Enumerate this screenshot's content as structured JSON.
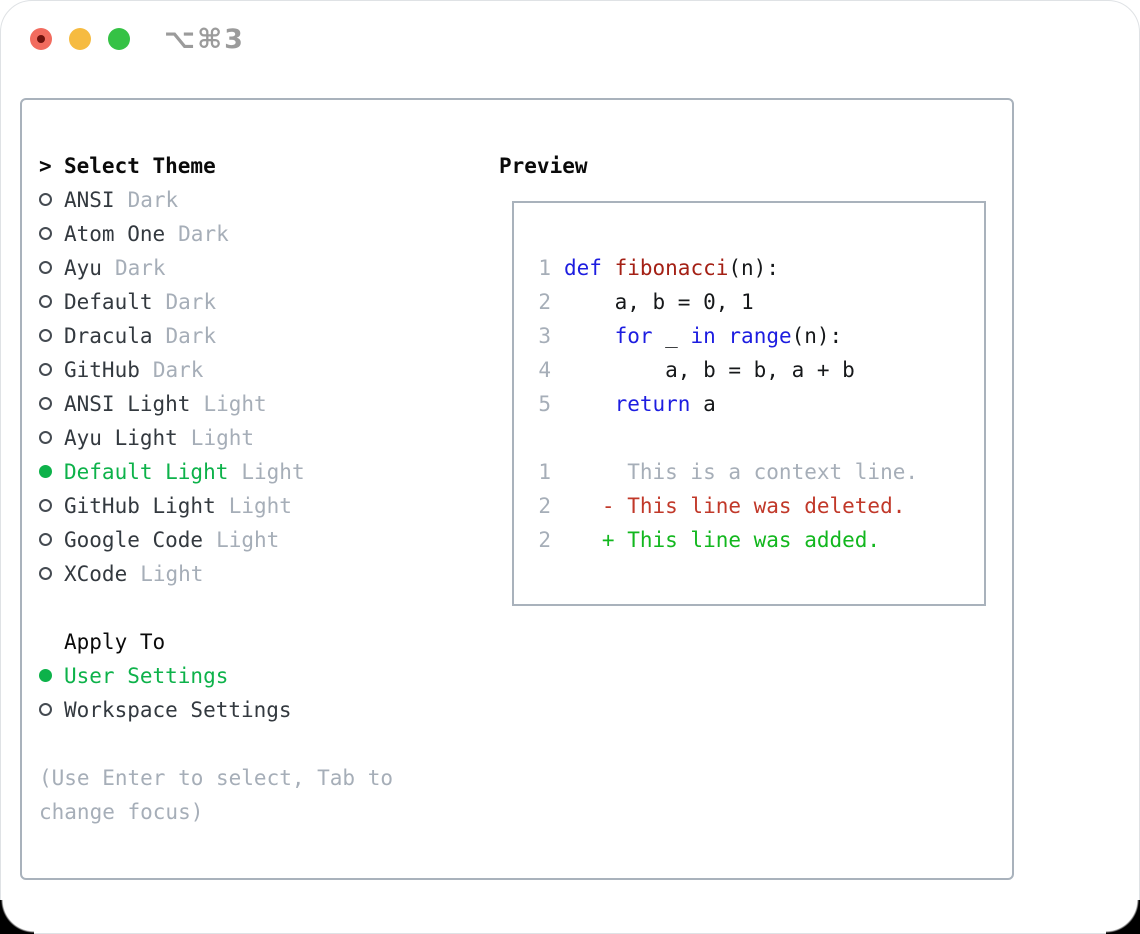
{
  "titlebar": {
    "title": "⌥⌘3",
    "buttons": [
      {
        "icon": "close-traffic-light-icon"
      },
      {
        "icon": "minimize-traffic-light-icon"
      },
      {
        "icon": "zoom-traffic-light-icon"
      }
    ]
  },
  "theme_panel": {
    "header_prefix": ">",
    "header": "Select Theme",
    "items": [
      {
        "name": "ANSI",
        "variant": "Dark",
        "selected": false
      },
      {
        "name": "Atom One",
        "variant": "Dark",
        "selected": false
      },
      {
        "name": "Ayu",
        "variant": "Dark",
        "selected": false
      },
      {
        "name": "Default",
        "variant": "Dark",
        "selected": false
      },
      {
        "name": "Dracula",
        "variant": "Dark",
        "selected": false
      },
      {
        "name": "GitHub",
        "variant": "Dark",
        "selected": false
      },
      {
        "name": "ANSI Light",
        "variant": "Light",
        "selected": false
      },
      {
        "name": "Ayu Light",
        "variant": "Light",
        "selected": false
      },
      {
        "name": "Default Light",
        "variant": "Light",
        "selected": true
      },
      {
        "name": "GitHub Light",
        "variant": "Light",
        "selected": false
      },
      {
        "name": "Google Code",
        "variant": "Light",
        "selected": false
      },
      {
        "name": "XCode",
        "variant": "Light",
        "selected": false
      }
    ]
  },
  "apply_to": {
    "header": "Apply To",
    "options": [
      {
        "label": "User Settings",
        "selected": true
      },
      {
        "label": "Workspace Settings",
        "selected": false
      }
    ]
  },
  "help": [
    "(Use Enter to select, Tab to",
    "change focus)"
  ],
  "preview": {
    "header": "Preview",
    "code_lines": [
      {
        "num": "1",
        "segments": [
          {
            "t": "def",
            "c": "kw"
          },
          {
            "t": " ",
            "c": "pl"
          },
          {
            "t": "fibonacci",
            "c": "fn"
          },
          {
            "t": "(n):",
            "c": "pl"
          }
        ]
      },
      {
        "num": "2",
        "segments": [
          {
            "t": "    a, b = 0, 1",
            "c": "pl"
          }
        ]
      },
      {
        "num": "3",
        "segments": [
          {
            "t": "    ",
            "c": "pl"
          },
          {
            "t": "for",
            "c": "kw"
          },
          {
            "t": " _ ",
            "c": "pl"
          },
          {
            "t": "in",
            "c": "kw"
          },
          {
            "t": " ",
            "c": "pl"
          },
          {
            "t": "range",
            "c": "kw"
          },
          {
            "t": "(n):",
            "c": "pl"
          }
        ]
      },
      {
        "num": "4",
        "segments": [
          {
            "t": "        a, b = b, a + b",
            "c": "pl"
          }
        ]
      },
      {
        "num": "5",
        "segments": [
          {
            "t": "    ",
            "c": "pl"
          },
          {
            "t": "return",
            "c": "kw"
          },
          {
            "t": " a",
            "c": "pl"
          }
        ]
      },
      {
        "num": "",
        "segments": []
      },
      {
        "num": "1",
        "segments": [
          {
            "t": "     This is a context line.",
            "c": "ctx"
          }
        ]
      },
      {
        "num": "2",
        "segments": [
          {
            "t": "   - This line was deleted.",
            "c": "del"
          }
        ]
      },
      {
        "num": "2",
        "segments": [
          {
            "t": "   + This line was added.",
            "c": "add"
          }
        ]
      }
    ]
  },
  "colors": {
    "accent_green": "#0db24a",
    "diff_add_green": "#12b71e",
    "diff_del_red": "#c13829",
    "keyword_blue": "#1d1de0",
    "function_red": "#a42015",
    "muted_gray": "#a6aeb8",
    "text_dark": "#33393f",
    "heading_black": "#0a0a0a",
    "panel_border": "#a9b2bc",
    "traffic_red": "#f26b5e",
    "traffic_red_dot": "#6f120d",
    "traffic_yellow": "#f6bb40",
    "traffic_green": "#35c245",
    "titlebar_text": "#9b9b9b"
  }
}
